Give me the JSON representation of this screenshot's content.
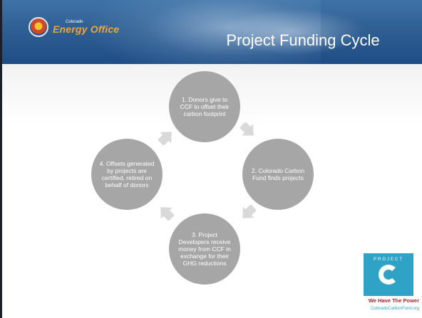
{
  "header": {
    "logo": {
      "small_text": "Colorado",
      "main_text": "Energy Office"
    },
    "title": "Project Funding Cycle"
  },
  "diagram": {
    "type": "cycle",
    "node_color": "#a6a6a6",
    "arrow_color": "#d9d9d9",
    "nodes": [
      {
        "label": "1. Donors give to CCF to offset their carbon footprint"
      },
      {
        "label": "2. Colorado Carbon Fund finds projects"
      },
      {
        "label": "3. Project Developers receive money from CCF in exchange for their GHG reductions"
      },
      {
        "label": "4. Offsets generated by projects are certified, retired on behalf of donors"
      }
    ]
  },
  "branding": {
    "badge_text": "PROJECT",
    "badge_color": "#2fa3c5",
    "tagline": "We Have The Power",
    "url": "ColoradoCarbonFund.org"
  }
}
